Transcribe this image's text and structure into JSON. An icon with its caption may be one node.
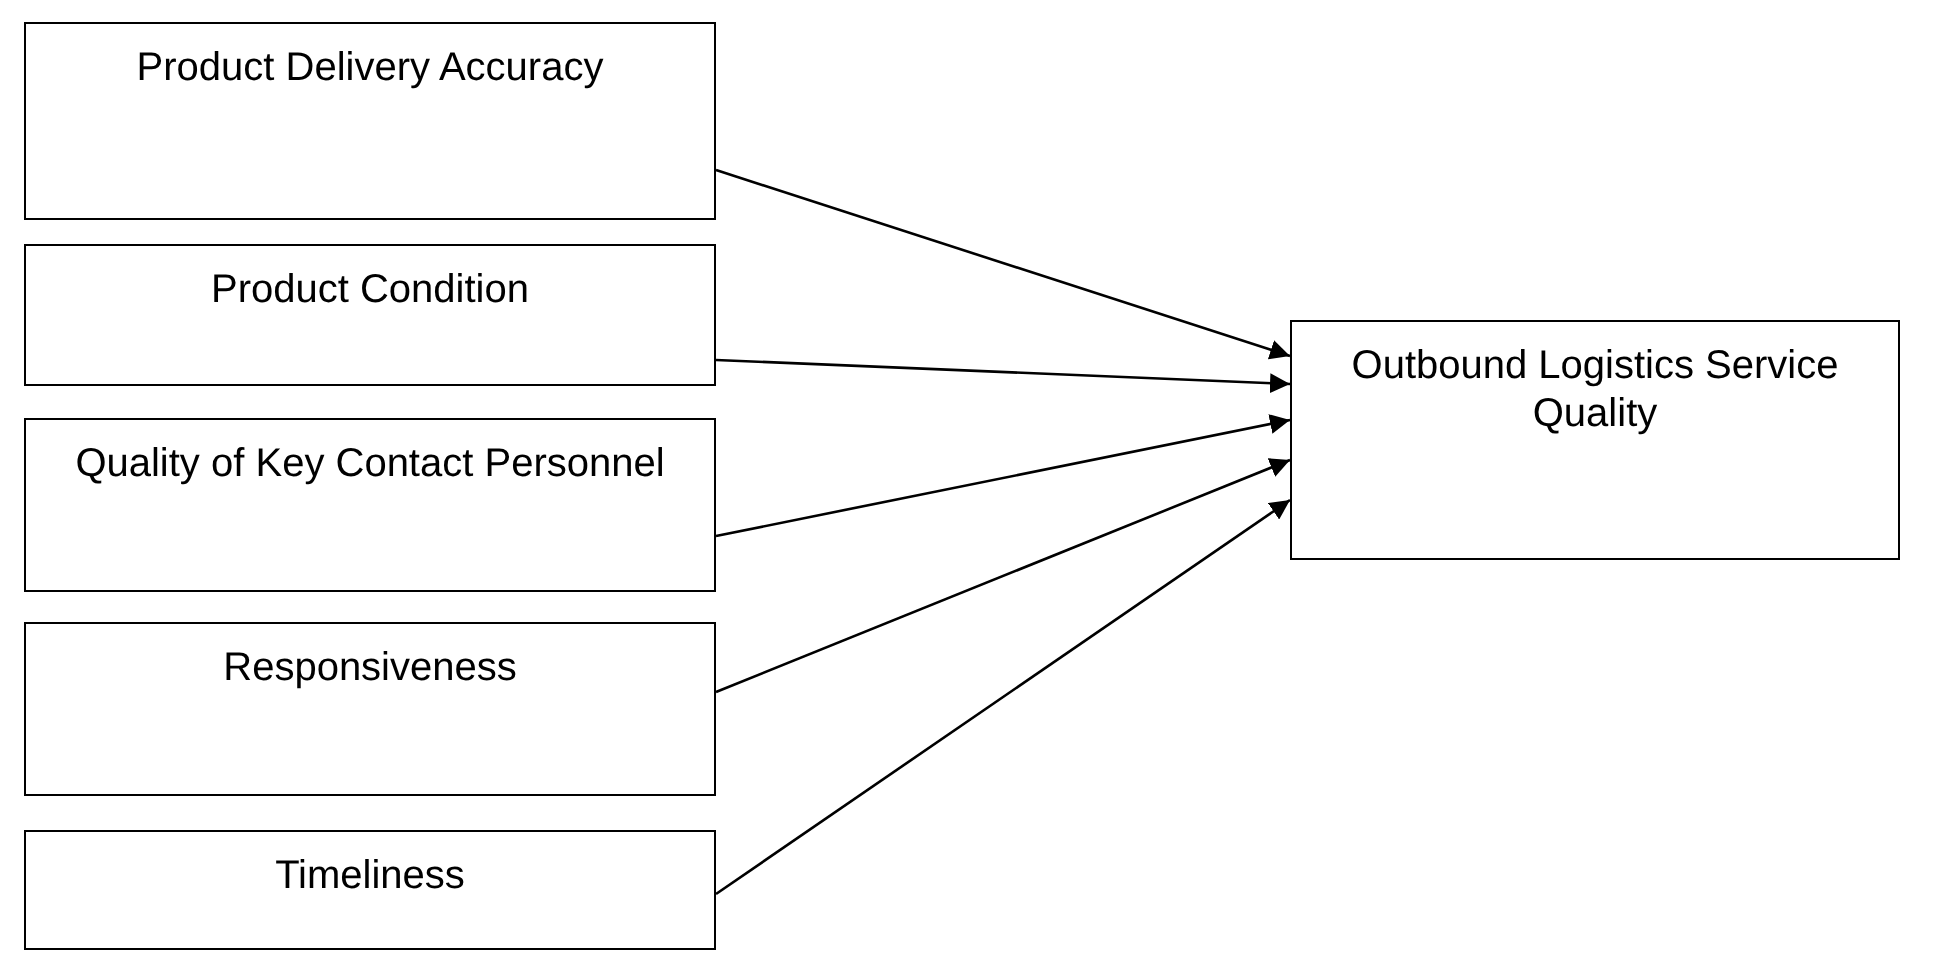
{
  "diagram": {
    "nodes": [
      {
        "text": [
          "Product Delivery Accuracy"
        ]
      },
      {
        "text": [
          "Product Condition"
        ]
      },
      {
        "text": [
          "Quality of Key Contact Personnel"
        ]
      },
      {
        "text": [
          "Responsiveness"
        ]
      },
      {
        "text": [
          "Timeliness"
        ]
      },
      {
        "text": [
          "Outbound Logistics Service Quality"
        ]
      }
    ],
    "edges": [
      {
        "from": 0,
        "to": 5,
        "arrow": "to"
      },
      {
        "from": 1,
        "to": 5,
        "arrow": "to"
      },
      {
        "from": 2,
        "to": 5,
        "arrow": "to"
      },
      {
        "from": 3,
        "to": 5,
        "arrow": "to"
      },
      {
        "from": 4,
        "to": 5,
        "arrow": "to"
      }
    ]
  }
}
